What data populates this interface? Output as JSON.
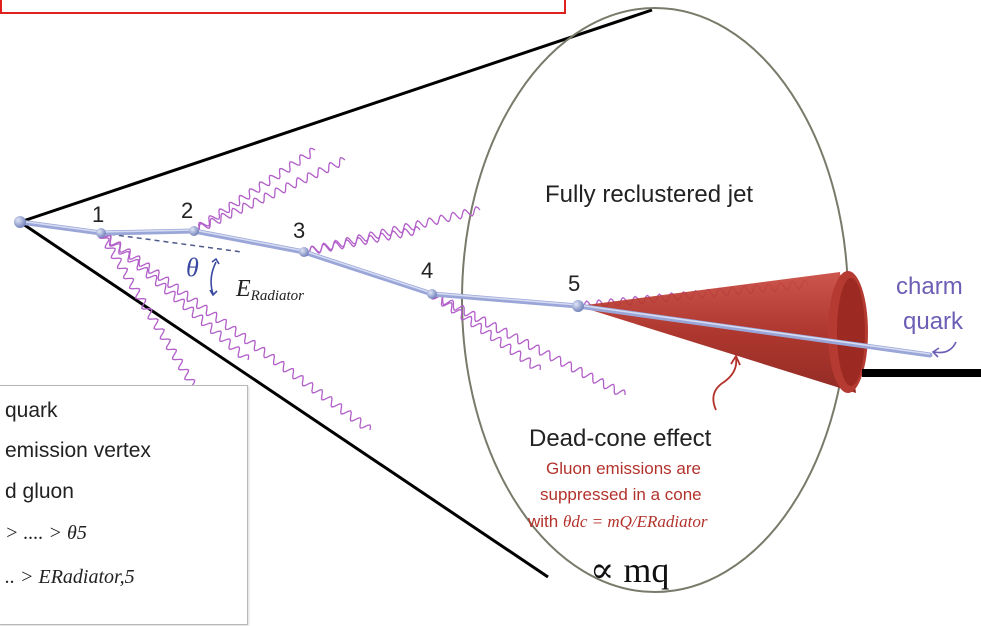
{
  "labels": {
    "jet": "Fully reclustered jet",
    "vertices": [
      "1",
      "2",
      "3",
      "4",
      "5"
    ],
    "theta": "θ",
    "e_radiator_main": "E",
    "e_radiator_sub": "Radiator",
    "charm_line1": "charm",
    "charm_line2": "quark",
    "deadcone_title": "Dead-cone effect",
    "deadcone_desc1": "Gluon emissions are",
    "deadcone_desc2": "suppressed in a cone",
    "deadcone_with": "with ",
    "deadcone_formula": "θdc = mQ/ERadiator",
    "proportional": "∝ mq"
  },
  "legend": {
    "line1": "quark",
    "line2": "emission vertex",
    "line3": "d gluon",
    "line4": "> .... > θ5",
    "line5": ".. > ERadiator,5"
  },
  "colors": {
    "quark": "#9aa6d8",
    "gluon": "#b25fc9",
    "cone": "#b3322c",
    "deadcone_text": "#b3322c",
    "charm": "#6b5fb5",
    "highlight_box": "#e0201c"
  }
}
